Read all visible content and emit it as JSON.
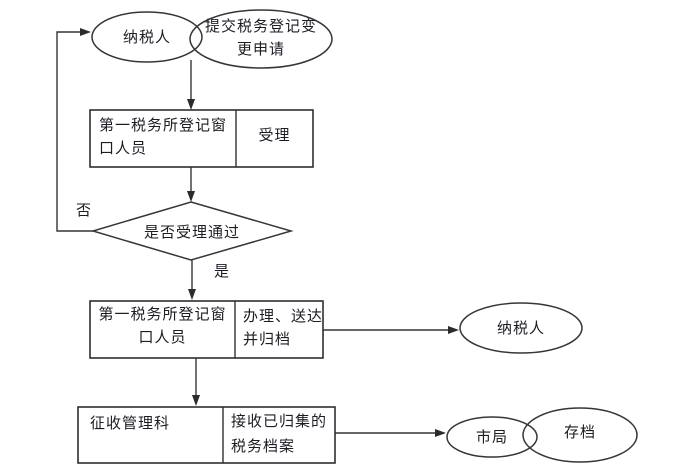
{
  "flowchart": {
    "start": {
      "taxpayer": "纳税人",
      "request": "提交税务登记变更申请"
    },
    "accept": {
      "actor": "第一税务所登记窗口人员",
      "action": "受理"
    },
    "decision": {
      "question": "是否受理通过",
      "no": "否",
      "yes": "是"
    },
    "process": {
      "actor": "第一税务所登记窗口人员",
      "action": "办理、送达并归档",
      "taxpayer": "纳税人"
    },
    "archive": {
      "actor": "征收管理科",
      "action": "接收已归集的税务档案",
      "bureau": "市局",
      "store": "存档"
    }
  },
  "colors": {
    "line": "#35353a",
    "text": "#1d1d24",
    "background": "#ffffff"
  }
}
